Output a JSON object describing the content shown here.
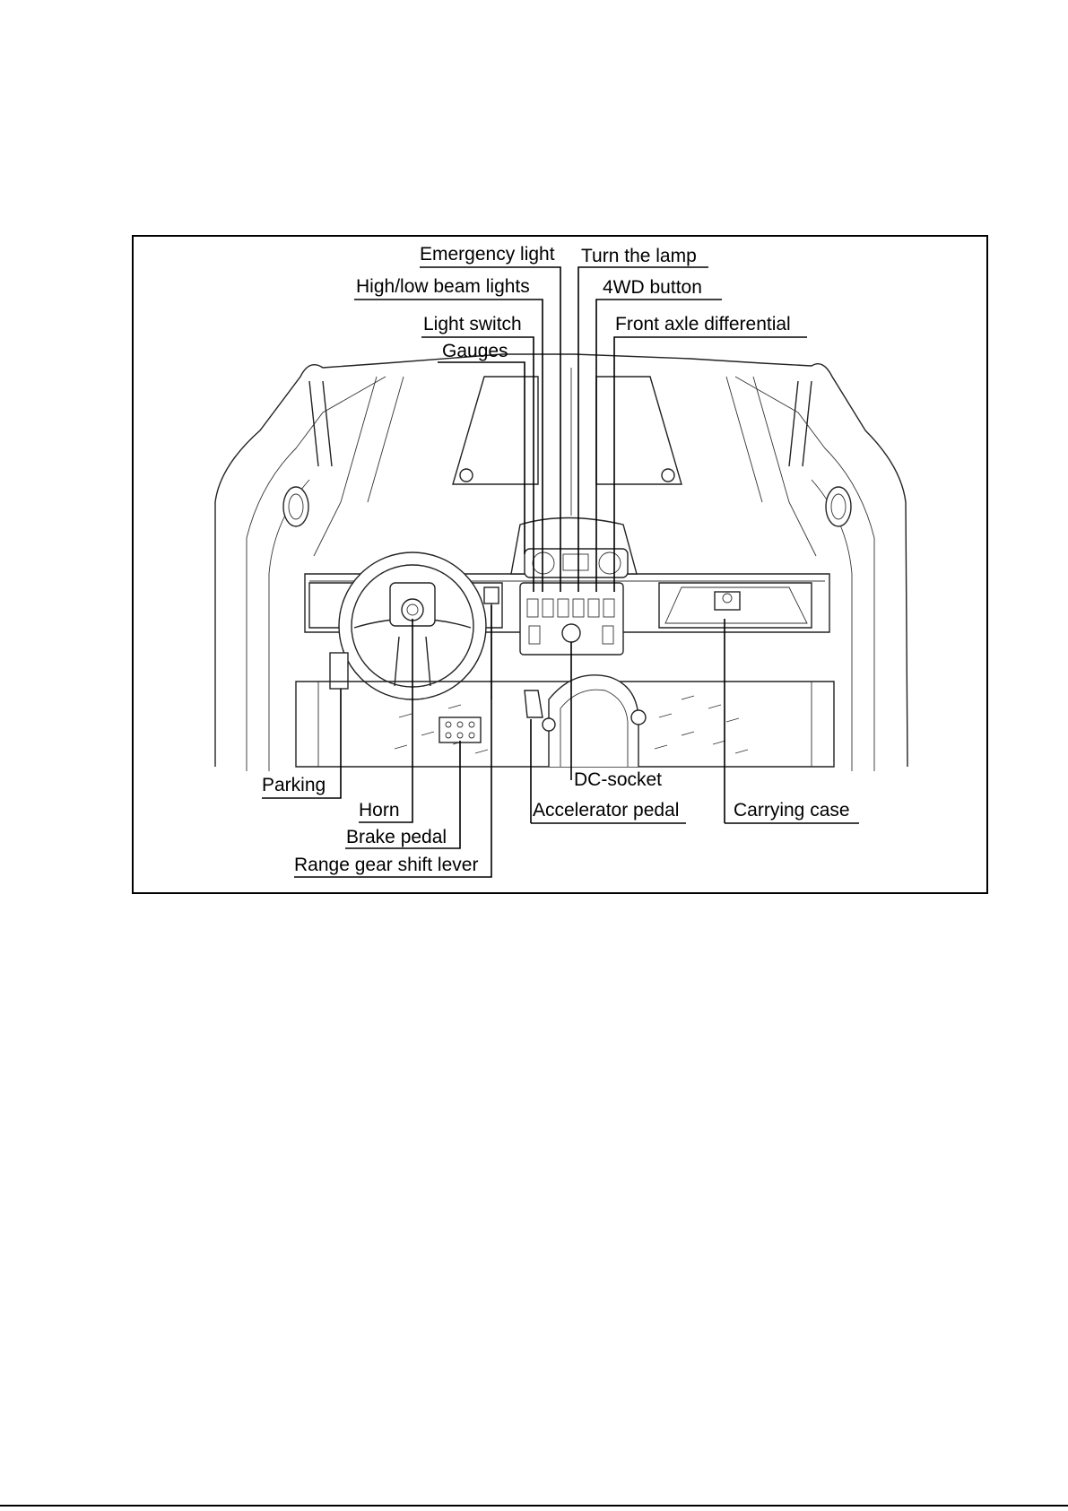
{
  "labels": {
    "emergency_light": "Emergency light",
    "turn_the_lamp": "Turn the lamp",
    "high_low_beam": "High/low beam lights",
    "four_wd": "4WD button",
    "light_switch": "Light switch",
    "front_axle_diff": "Front axle differential",
    "gauges": "Gauges",
    "parking": "Parking",
    "dc_socket": "DC-socket",
    "horn": "Horn",
    "accelerator_pedal": "Accelerator pedal",
    "carrying_case": "Carrying case",
    "brake_pedal": "Brake pedal",
    "range_gear": "Range gear shift lever"
  }
}
